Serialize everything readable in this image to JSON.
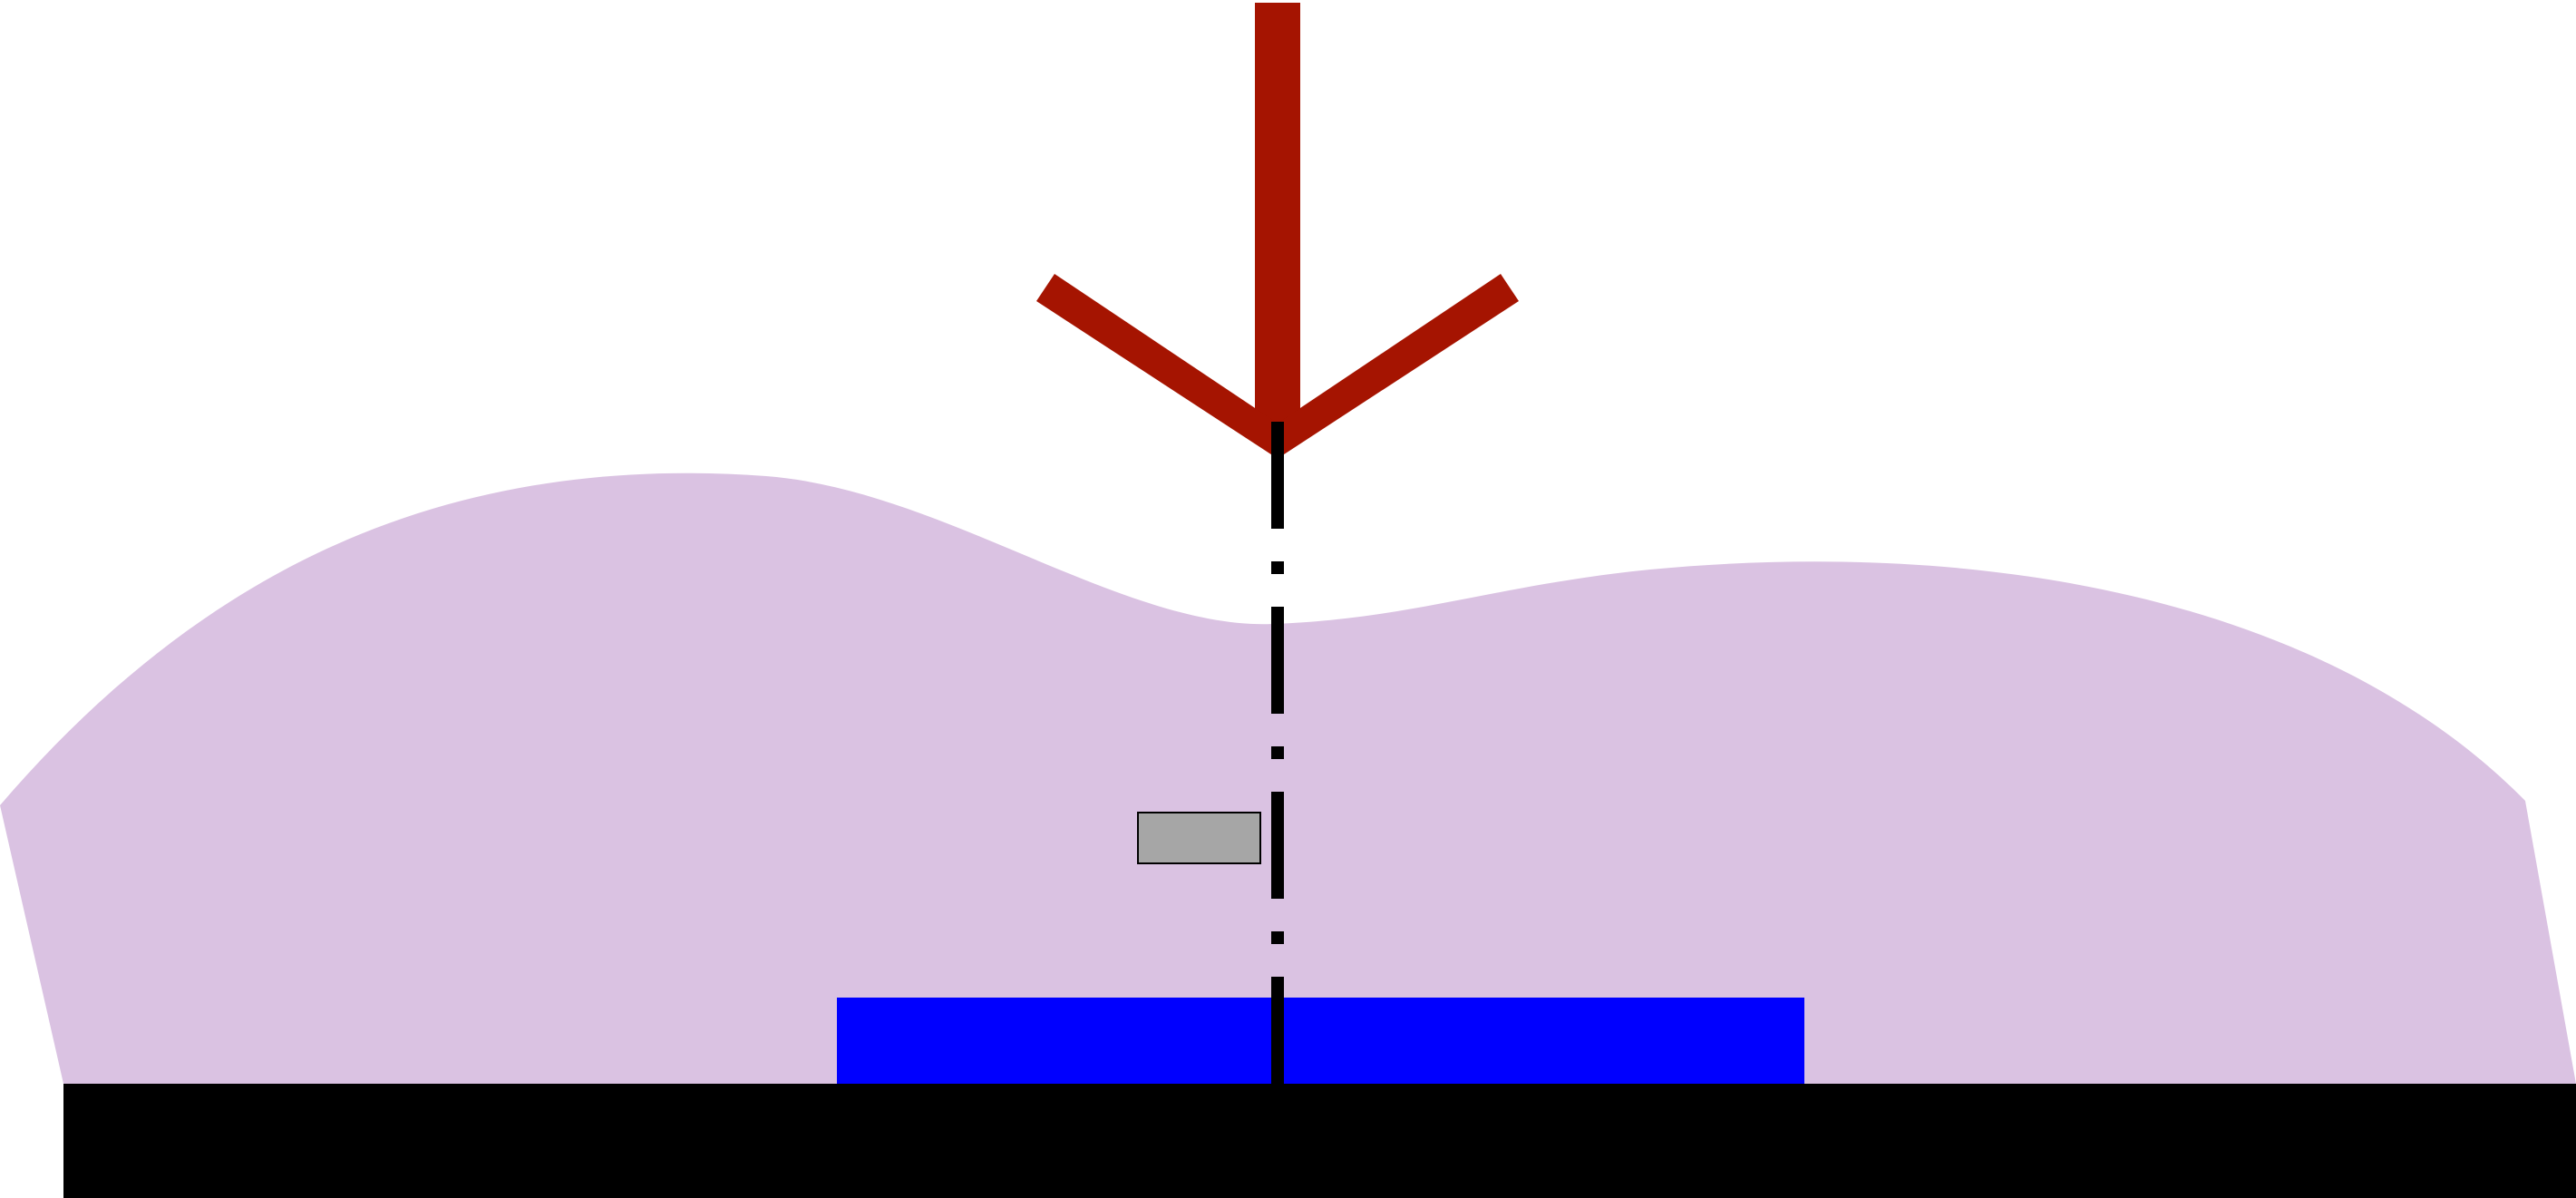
{
  "diagram": {
    "background_color": "#ffffff",
    "elements": [
      {
        "name": "tissue-region",
        "shape": "curved-polygon",
        "color": "#dac2e2"
      },
      {
        "name": "blue-layer",
        "shape": "rectangle",
        "color": "#0000ff"
      },
      {
        "name": "black-base",
        "shape": "rectangle",
        "color": "#000000"
      },
      {
        "name": "gray-marker",
        "shape": "rectangle",
        "color": "#a6a6a6",
        "stroke": "#000000"
      },
      {
        "name": "downward-arrow",
        "shape": "arrow",
        "direction": "down",
        "color": "#a51401"
      },
      {
        "name": "center-axis-line",
        "shape": "dash-dot-line",
        "orientation": "vertical",
        "color": "#000000"
      }
    ]
  }
}
